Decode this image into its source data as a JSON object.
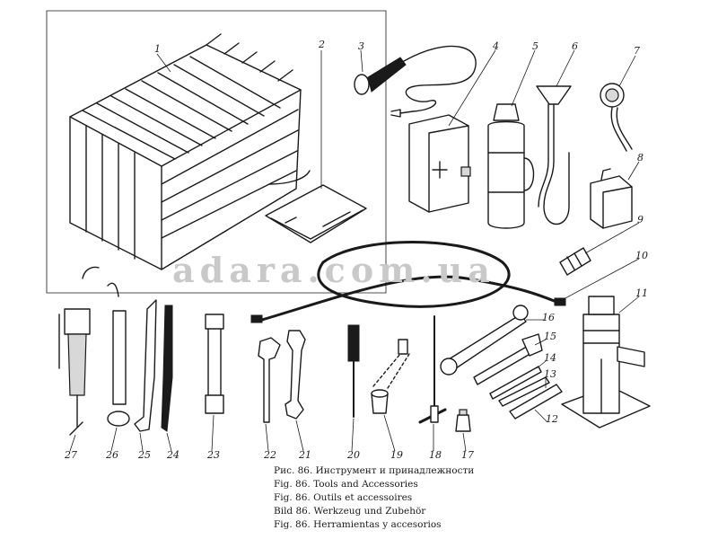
{
  "watermark": "adara.com.ua",
  "parts": [
    {
      "id": "part-1",
      "label": "1",
      "icon": "tool-bag-icon"
    },
    {
      "id": "part-2",
      "label": "2",
      "icon": "tool-pouch-icon"
    },
    {
      "id": "part-3",
      "label": "3",
      "icon": "inspection-lamp-icon"
    },
    {
      "id": "part-4",
      "label": "4",
      "icon": "first-aid-kit-icon"
    },
    {
      "id": "part-5",
      "label": "5",
      "icon": "thermos-icon"
    },
    {
      "id": "part-6",
      "label": "6",
      "icon": "funnel-hose-icon"
    },
    {
      "id": "part-7",
      "label": "7",
      "icon": "tire-pressure-gauge-icon"
    },
    {
      "id": "part-8",
      "label": "8",
      "icon": "canister-icon"
    },
    {
      "id": "part-9",
      "label": "9",
      "icon": "adapter-fitting-icon"
    },
    {
      "id": "part-10",
      "label": "10",
      "icon": "air-hose-icon"
    },
    {
      "id": "part-11",
      "label": "11",
      "icon": "hydraulic-jack-icon"
    },
    {
      "id": "part-12",
      "label": "12",
      "icon": "tire-lever-icon"
    },
    {
      "id": "part-13",
      "label": "13",
      "icon": "screwdriver-flat-icon"
    },
    {
      "id": "part-14",
      "label": "14",
      "icon": "punch-icon"
    },
    {
      "id": "part-15",
      "label": "15",
      "icon": "hammer-icon"
    },
    {
      "id": "part-16",
      "label": "16",
      "icon": "ring-wrench-icon"
    },
    {
      "id": "part-17",
      "label": "17",
      "icon": "socket-icon"
    },
    {
      "id": "part-18",
      "label": "18",
      "icon": "t-handle-key-icon"
    },
    {
      "id": "part-19",
      "label": "19",
      "icon": "spark-plug-socket-icon"
    },
    {
      "id": "part-20",
      "label": "20",
      "icon": "screwdriver-icon"
    },
    {
      "id": "part-21",
      "label": "21",
      "icon": "double-open-wrench-icon"
    },
    {
      "id": "part-22",
      "label": "22",
      "icon": "open-wrench-icon"
    },
    {
      "id": "part-23",
      "label": "23",
      "icon": "box-wrench-icon"
    },
    {
      "id": "part-24",
      "label": "24",
      "icon": "pry-bar-icon"
    },
    {
      "id": "part-25",
      "label": "25",
      "icon": "tire-iron-icon"
    },
    {
      "id": "part-26",
      "label": "26",
      "icon": "oil-can-icon"
    },
    {
      "id": "part-27",
      "label": "27",
      "icon": "grease-gun-icon"
    }
  ],
  "caption": [
    "Рис. 86. Инструмент и принадлежности",
    "Fig. 86. Tools and Accessories",
    "Fig. 86. Outils et accessoires",
    "Bild 86. Werkzeug und Zubehör",
    "Fig. 86. Herramientas y accesorios"
  ]
}
